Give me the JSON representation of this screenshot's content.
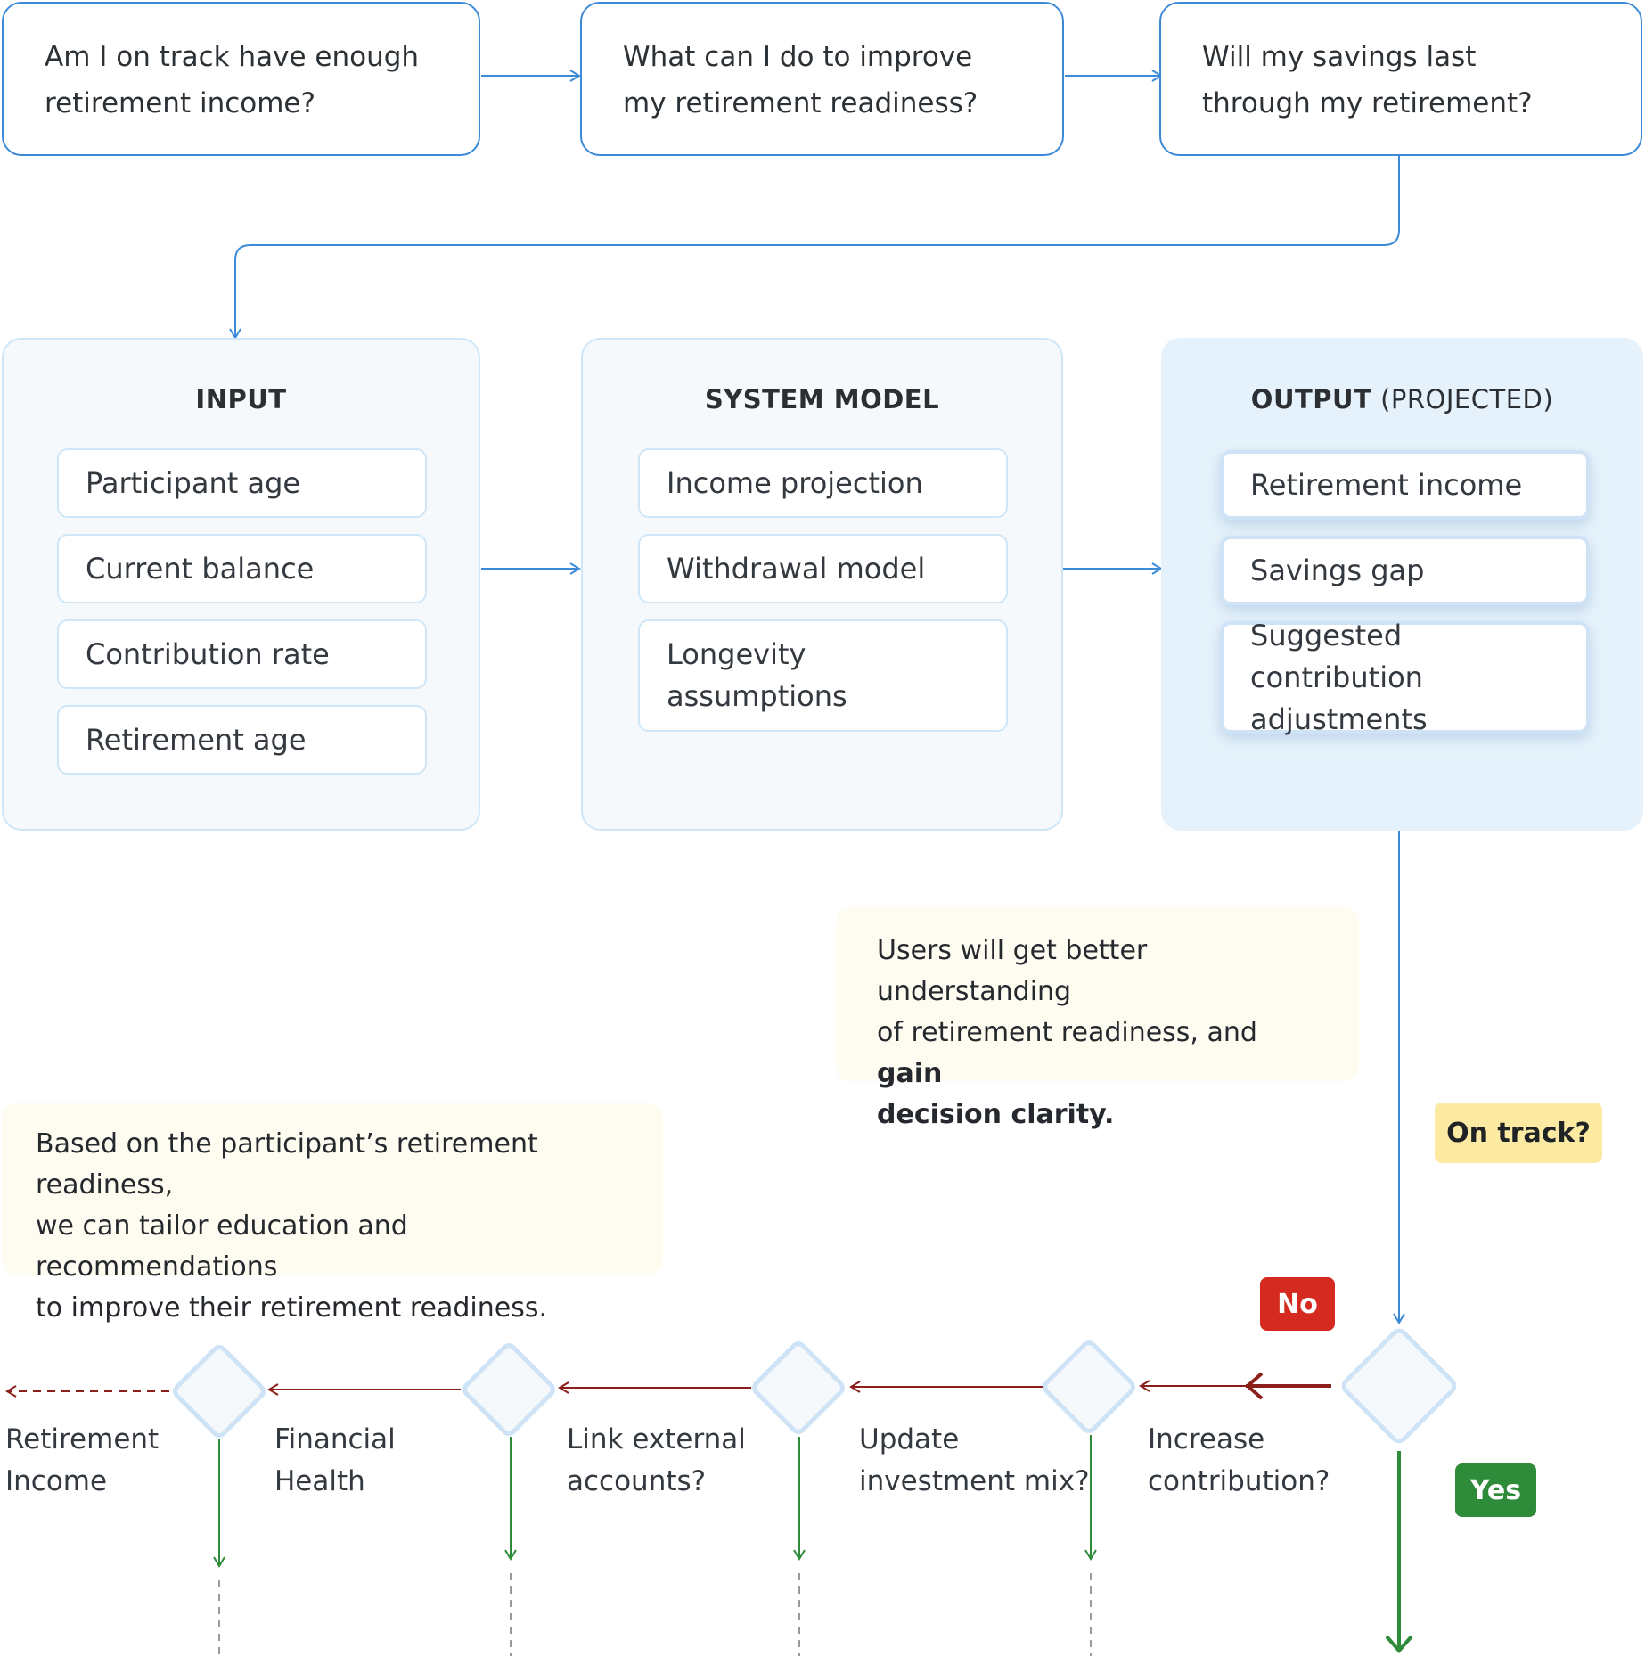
{
  "questions": [
    {
      "line1": "Am I on track have enough",
      "line2": "retirement income?"
    },
    {
      "line1": "What can I do to improve",
      "line2": "my retirement readiness?"
    },
    {
      "line1": "Will my savings last",
      "line2": "through my retirement?"
    }
  ],
  "input": {
    "title": "INPUT",
    "items": [
      "Participant age",
      "Current balance",
      "Contribution rate",
      "Retirement age"
    ]
  },
  "system_model": {
    "title": "SYSTEM MODEL",
    "items": [
      "Income projection",
      "Withdrawal model",
      "Longevity",
      "assumptions"
    ]
  },
  "output": {
    "title_bold": "OUTPUT",
    "title_light": " (PROJECTED)",
    "items": [
      "Retirement income",
      "Savings gap",
      "Suggested contribution",
      "adjustments"
    ]
  },
  "notes": {
    "understanding": {
      "line1": "Users will get better understanding",
      "line2_plain": "of retirement readiness, and ",
      "line2_bold": "gain",
      "line3_bold": "decision clarity."
    },
    "tailor": {
      "line1": "Based on the participant’s retirement readiness,",
      "line2": "we can tailor education and recommendations",
      "line3": "to improve their retirement readiness."
    }
  },
  "badges": {
    "on_track": "On track?",
    "no": "No",
    "yes": "Yes"
  },
  "decisions": [
    {
      "line1": "Increase",
      "line2": "contribution?"
    },
    {
      "line1": "Update",
      "line2": "investment mix?"
    },
    {
      "line1": "Link external",
      "line2": "accounts?"
    },
    {
      "line1": "Financial",
      "line2": "Health"
    },
    {
      "line1": "Retirement",
      "line2": "Income"
    }
  ],
  "colors": {
    "flow_blue": "#3c8ad8",
    "no_red": "#8b1f1a",
    "yes_green": "#2e8b39",
    "diamond_stroke": "#cfe3f6"
  }
}
